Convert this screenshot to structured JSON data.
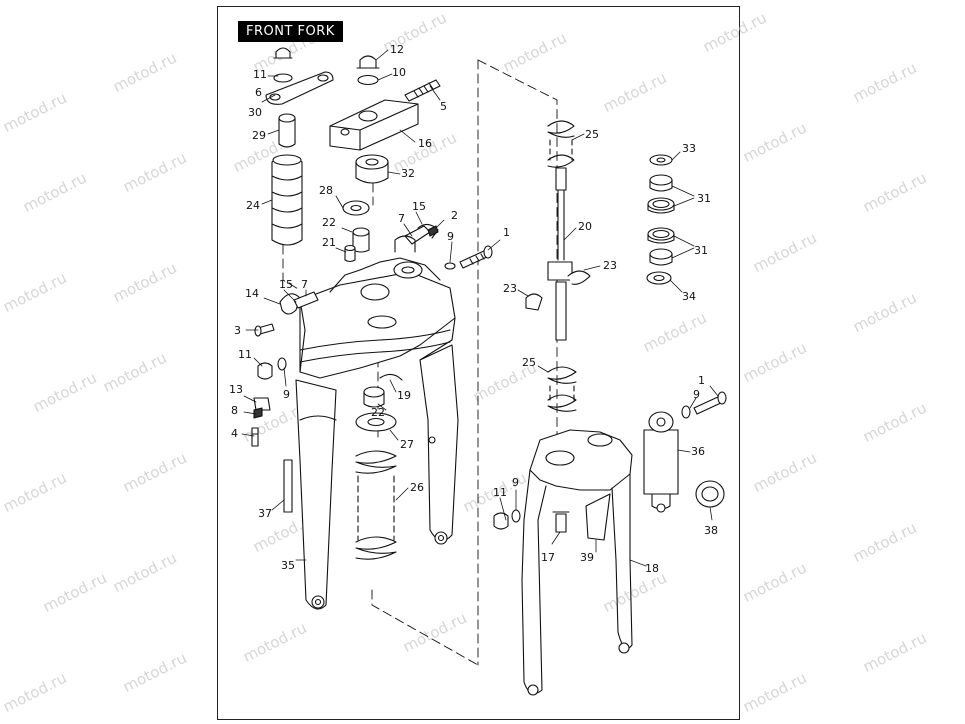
{
  "title": "FRONT FORK",
  "watermark": "motod.ru",
  "callouts": {
    "n1a": "1",
    "n1b": "1",
    "n2": "2",
    "n3": "3",
    "n4": "4",
    "n5": "5",
    "n6": "6",
    "n7a": "7",
    "n7b": "7",
    "n8": "8",
    "n9a": "9",
    "n9b": "9",
    "n9c": "9",
    "n9d": "9",
    "n10": "10",
    "n11a": "11",
    "n11b": "11",
    "n11c": "11",
    "n12": "12",
    "n13": "13",
    "n14": "14",
    "n15a": "15",
    "n15b": "15",
    "n16": "16",
    "n17": "17",
    "n18": "18",
    "n19": "19",
    "n20": "20",
    "n21": "21",
    "n22a": "22",
    "n22b": "22",
    "n23a": "23",
    "n23b": "23",
    "n24": "24",
    "n25a": "25",
    "n25b": "25",
    "n26": "26",
    "n27": "27",
    "n28": "28",
    "n29": "29",
    "n30": "30",
    "n31a": "31",
    "n31b": "31",
    "n32": "32",
    "n33": "33",
    "n34": "34",
    "n35": "35",
    "n36": "36",
    "n37": "37",
    "n38": "38",
    "n39": "39"
  }
}
